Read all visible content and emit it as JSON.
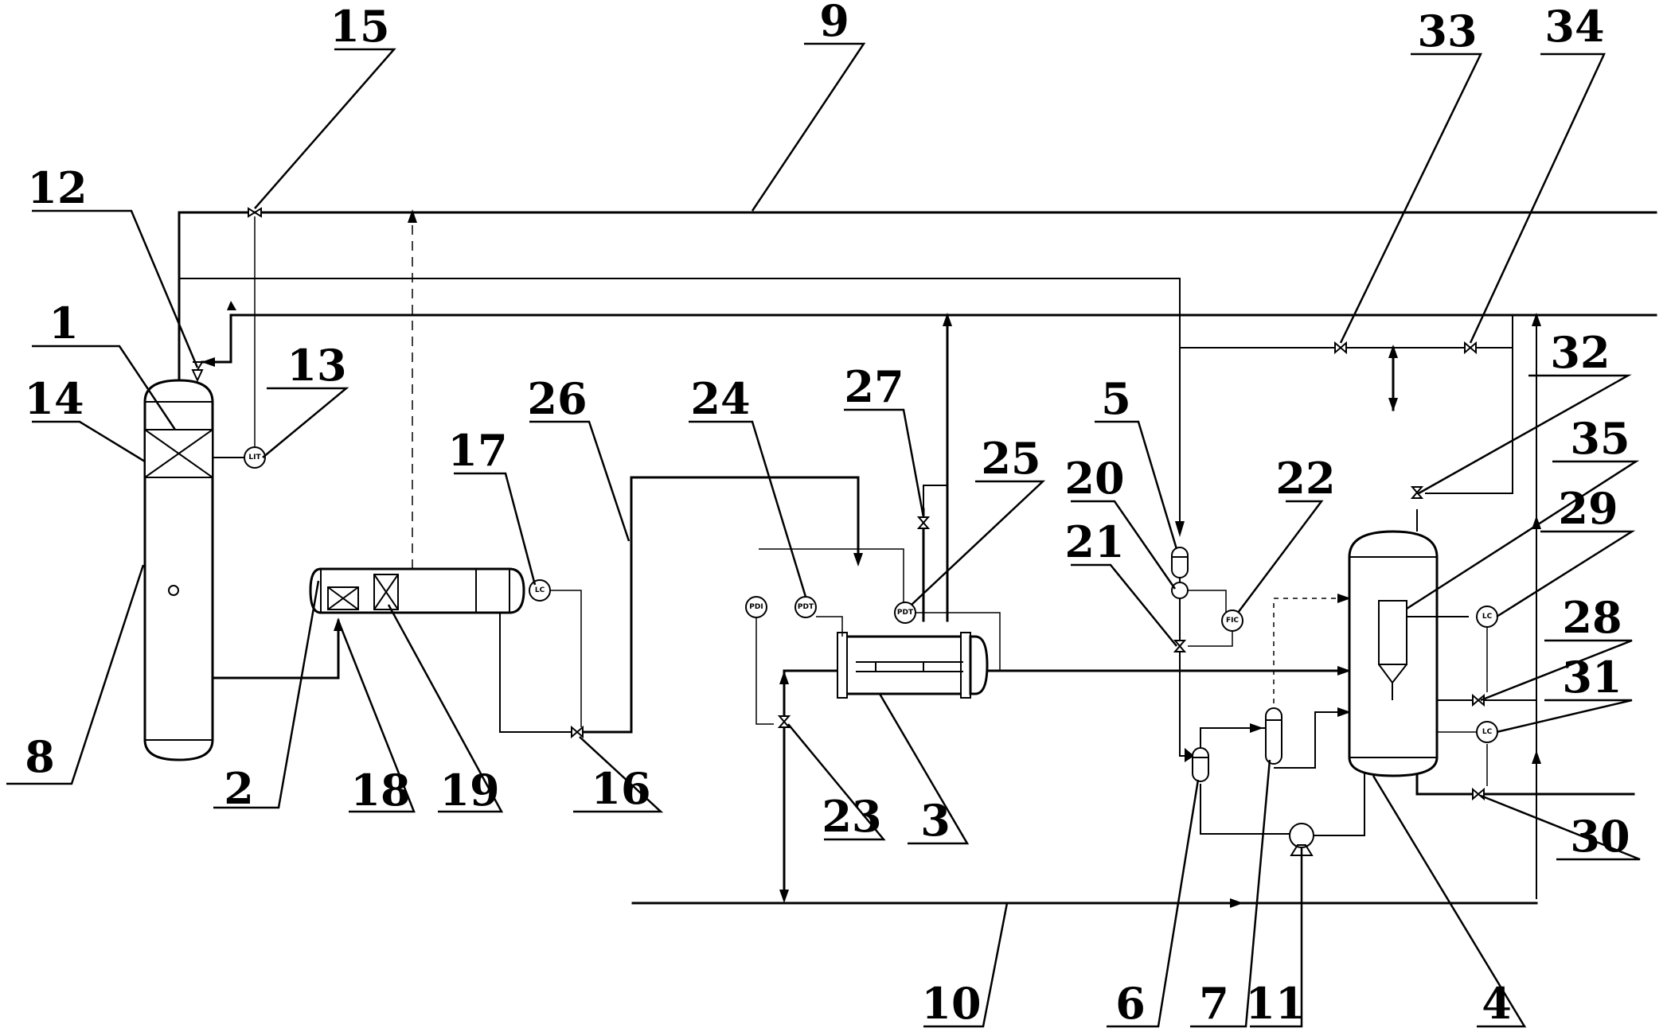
{
  "callouts": [
    "1",
    "2",
    "3",
    "4",
    "5",
    "6",
    "7",
    "8",
    "9",
    "10",
    "11",
    "12",
    "13",
    "14",
    "15",
    "16",
    "17",
    "18",
    "19",
    "20",
    "21",
    "22",
    "23",
    "24",
    "25",
    "26",
    "27",
    "28",
    "29",
    "30",
    "31",
    "32",
    "33",
    "34",
    "35"
  ],
  "instruments": {
    "lit": "LIT",
    "lc17": "LC",
    "pdi": "PDI",
    "pdt": "PDT",
    "pdt25": "PDT",
    "fic": "FIC",
    "lc29": "LC",
    "lc31": "LC"
  }
}
